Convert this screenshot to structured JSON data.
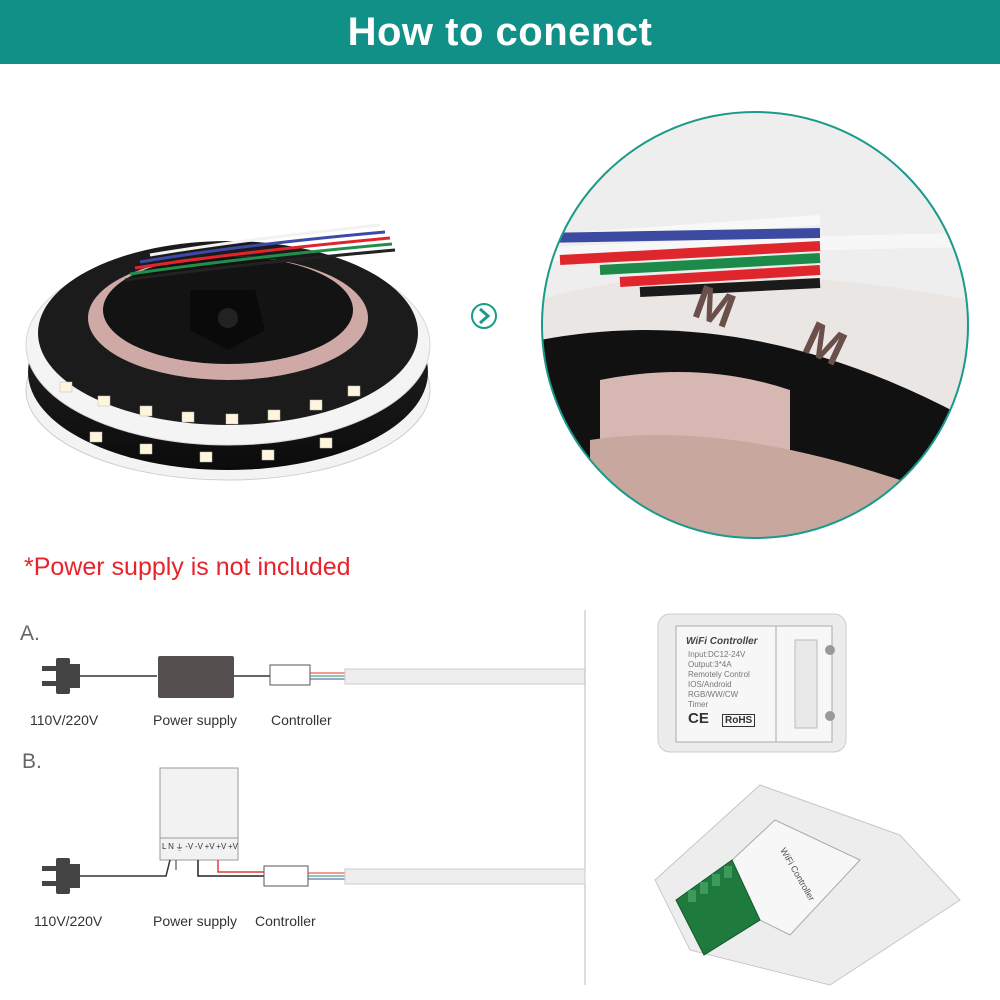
{
  "header": {
    "title": "How to conenct"
  },
  "notice": "*Power supply is not included",
  "diagram_a": {
    "letter": "A.",
    "labels": {
      "voltage": "110V/220V",
      "power_supply": "Power supply",
      "controller": "Controller"
    }
  },
  "diagram_b": {
    "letter": "B.",
    "labels": {
      "voltage": "110V/220V",
      "power_supply": "Power supply",
      "controller": "Controller"
    },
    "terminals": [
      "L",
      "N",
      "⏚",
      "-V",
      "-V",
      "+V",
      "+V",
      "+V"
    ]
  },
  "controller_label": {
    "title": "WiFi Controller",
    "lines": [
      "Input:DC12-24V",
      "Output:3*4A",
      "Remotely Control",
      "IOS/Android",
      "RGB/WW/CW",
      "Timer"
    ],
    "ce": "CE",
    "rohs": "RoHS"
  },
  "colors": {
    "header": "#119088",
    "notice": "#e8232b",
    "accent": "#1a9a8a"
  },
  "icons": [
    "arrow-right-circle-icon",
    "power-plug-icon"
  ]
}
